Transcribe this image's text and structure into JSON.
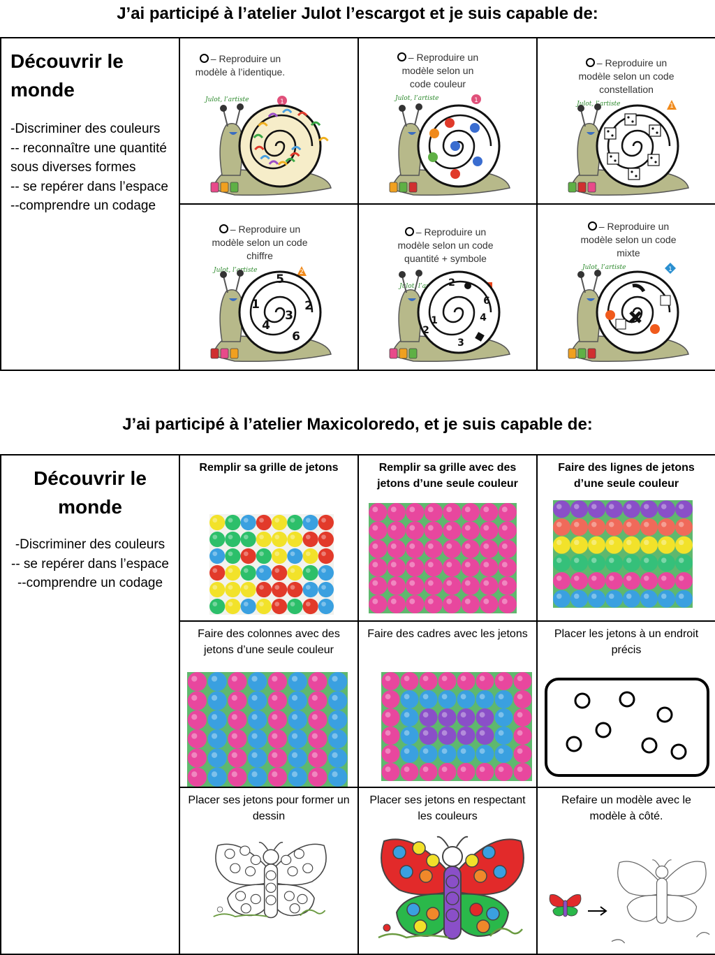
{
  "atelier1": {
    "heading": "J’ai participé à l’atelier Julot l’escargot et je suis capable de:",
    "domain_title": "Découvrir le monde",
    "skills": [
      "-Discriminer des couleurs",
      "-- reconnaître une quantité sous diverses formes",
      "-- se repérer dans l’espace",
      "--comprendre un codage"
    ],
    "cards": [
      {
        "caption": "– Reproduire un modèle à l’identique.",
        "sub": "Julot, l’artiste",
        "badge": "1",
        "badge_color": "#e0507a",
        "badge_shape": "circle"
      },
      {
        "caption": "– Reproduire un modèle selon un code couleur",
        "sub": "Julot, l’artiste",
        "badge": "1",
        "badge_color": "#e0507a",
        "badge_shape": "circle"
      },
      {
        "caption": "– Reproduire un modèle selon un code constellation",
        "sub": "Julot, l’artiste",
        "badge": "1",
        "badge_color": "#f08a1c",
        "badge_shape": "triangle"
      },
      {
        "caption": "– Reproduire un modèle selon un code chiffre",
        "sub": "Julot, l’artiste",
        "badge": "2",
        "badge_color": "#f08a1c",
        "badge_shape": "triangle"
      },
      {
        "caption": "– Reproduire un modèle selon un code quantité + symbole",
        "sub": "Julot, l’artiste",
        "badge": "3",
        "badge_color": "#e8461c",
        "badge_shape": "square"
      },
      {
        "caption": "– Reproduire un modèle selon un code mixte",
        "sub": "Julot, l’artiste",
        "badge": "1",
        "badge_color": "#2a8fd0",
        "badge_shape": "diamond"
      }
    ],
    "snail_digits": [
      "5",
      "1",
      "4",
      "3",
      "2",
      "6"
    ],
    "snail_digits_b": [
      "2",
      "6",
      "2",
      "1",
      "3",
      "4"
    ]
  },
  "atelier2": {
    "heading": "J’ai participé à l’atelier Maxicoloredo, et je suis capable de:",
    "domain_title": "Découvrir le monde",
    "skills": [
      "-Discriminer des couleurs",
      "-- se repérer dans l’espace",
      "--comprendre un codage"
    ],
    "cells": [
      {
        "caption": "Remplir sa grille de jetons",
        "bold": true
      },
      {
        "caption": "Remplir sa grille  avec des jetons d’une seule couleur",
        "bold": true
      },
      {
        "caption": "Faire des lignes de jetons d’une seule couleur",
        "bold": true
      },
      {
        "caption": "Faire des colonnes avec des jetons d’une seule couleur",
        "bold": false
      },
      {
        "caption": "Faire des cadres avec les jetons",
        "bold": false
      },
      {
        "caption": "Placer les jetons à un endroit précis",
        "bold": false
      },
      {
        "caption": "Placer ses jetons pour former un dessin",
        "bold": false
      },
      {
        "caption": "Placer ses jetons en respectant les couleurs",
        "bold": false
      },
      {
        "caption": "Refaire un modèle  avec le modèle  à côté.",
        "bold": false
      }
    ]
  },
  "colors": {
    "pink": "#e8479e",
    "blue": "#3aa0e0",
    "green": "#2cbf6a",
    "yellow": "#f2e22a",
    "red": "#e23a2a",
    "purple": "#8a4fc8",
    "orange": "#f0882a",
    "board": "#5fb86e"
  }
}
